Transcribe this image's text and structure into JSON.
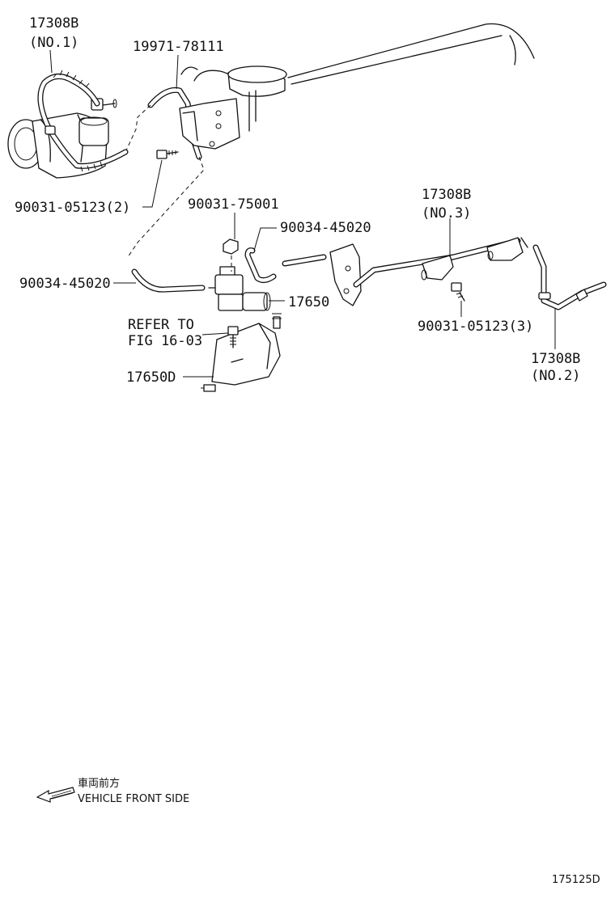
{
  "labels": {
    "hose_no1_part": "17308B",
    "hose_no1_qual": "(NO.1)",
    "tube_part": "19971-78111",
    "bolt_a": "90031-05123(2)",
    "nut": "90031-75001",
    "clamp_upper": "90034-45020",
    "clamp_left": "90034-45020",
    "hose_no3_part": "17308B",
    "hose_no3_qual": "(NO.3)",
    "valve": "17650",
    "refer_line1": "REFER TO",
    "refer_line2": "FIG 16-03",
    "bolt_b": "90031-05123(3)",
    "hose_no2_part": "17308B",
    "hose_no2_qual": "(NO.2)",
    "bracket": "17650D"
  },
  "legend": {
    "japanese": "車両前方",
    "english": "VEHICLE FRONT SIDE",
    "arrow_icon": "front-arrow-icon"
  },
  "figure_number": "175125D"
}
